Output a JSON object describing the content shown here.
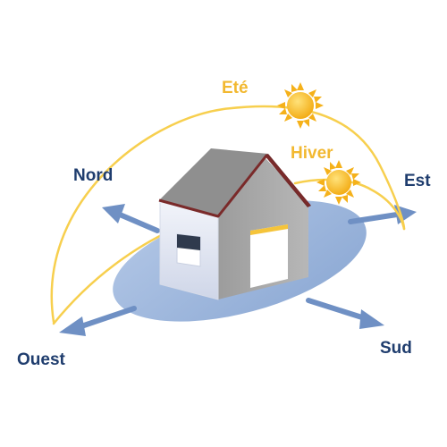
{
  "directions": {
    "nord": "Nord",
    "est": "Est",
    "sud": "Sud",
    "ouest": "Ouest"
  },
  "seasons": {
    "ete": "Eté",
    "hiver": "Hiver"
  },
  "colors": {
    "direction_text": "#1f3d6e",
    "season_text": "#f2b830",
    "sun_path": "#f7cf4e",
    "ground_ellipse": "#8aa9d6",
    "arrow": "#6f90c4",
    "wall_light": "#e3e7f2",
    "wall_gray": "#a3a3a3",
    "roof": "#8f8f8f",
    "roof_edge": "#7a2a2a",
    "sun": "#f5b11a"
  },
  "icons": {
    "sun_summer": "sun-icon",
    "sun_winter": "sun-icon",
    "house": "house-icon"
  }
}
